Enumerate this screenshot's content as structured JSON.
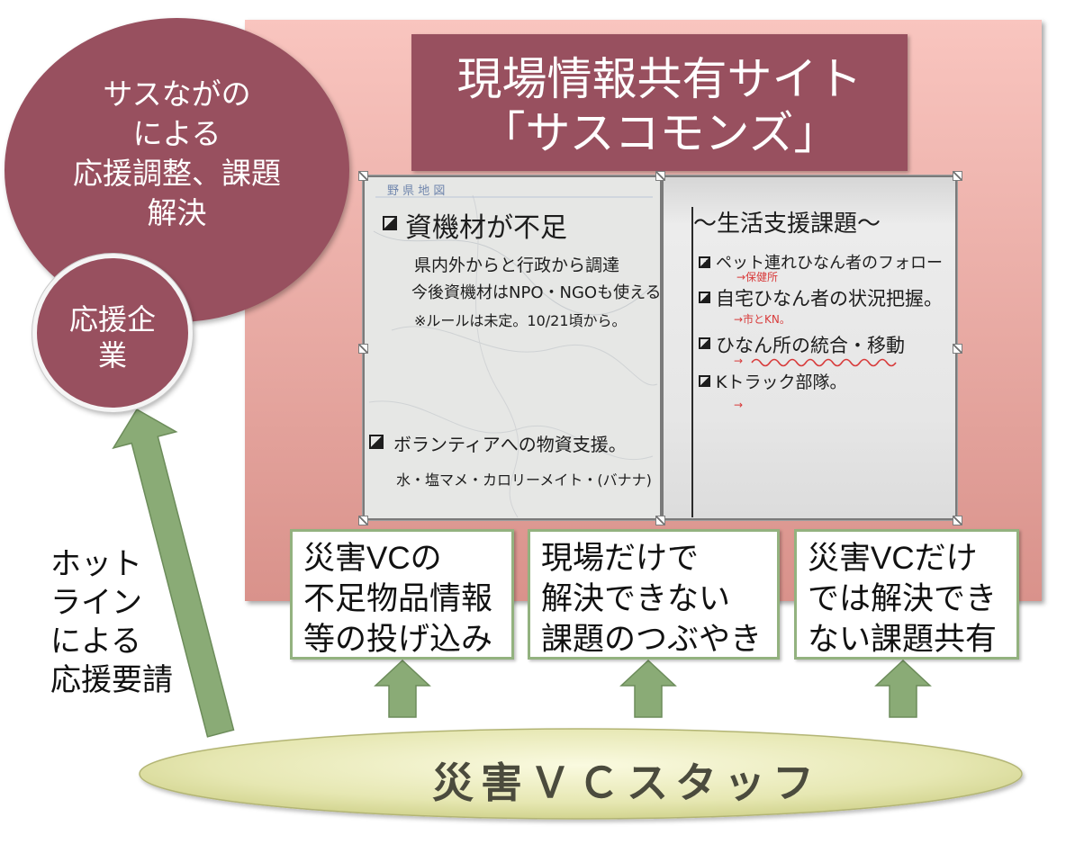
{
  "site": {
    "title": [
      "現場情報共有サイト",
      "「サスコモンズ」"
    ]
  },
  "sasu_nagano": {
    "lines": [
      "サスながの",
      "による",
      "応援調整、課題",
      "解決"
    ]
  },
  "support_company": {
    "lines": [
      "応援企",
      "業"
    ]
  },
  "hotline": {
    "lines": [
      "ホット",
      "ライン",
      "による",
      "応援要請"
    ]
  },
  "post_boxes": [
    {
      "lines": [
        "災害VCの",
        "不足物品情報",
        "等の投げ込み"
      ]
    },
    {
      "lines": [
        "現場だけで",
        "解決できない",
        "課題のつぶやき"
      ]
    },
    {
      "lines": [
        "災害VCだけ",
        "では解決でき",
        "ない課題共有"
      ]
    }
  ],
  "staff": {
    "label": "災害ＶＣスタッフ"
  },
  "photo": {
    "left_sheet": {
      "map_header": "野 県 地 図",
      "heading_1": "資機材が不足",
      "notes_1": [
        "県内外からと行政から調達",
        "今後資機材はNPO・NGOも使える",
        "※ルールは未定。10/21頃から。"
      ],
      "heading_2": "ボランティアへの物資支援。",
      "notes_2": [
        "水・塩マメ・カロリーメイト・(バナナ)"
      ]
    },
    "right_sheet": {
      "heading": "～生活支援課題～",
      "items": [
        {
          "text": "ペット連れひなん者のフォロー",
          "note": "→保健所"
        },
        {
          "text": "自宅ひなん者の状況把握。",
          "note": "→市とKN。"
        },
        {
          "text": "ひなん所の統合・移動",
          "note": "→"
        },
        {
          "text": "Kトラック部隊。",
          "note": "→"
        }
      ]
    }
  },
  "colors": {
    "maroon": "#98505f",
    "panel_top": "#f9c5bf",
    "panel_bottom": "#d9928b",
    "arrow_green": "#8aab76",
    "arrow_outline": "#6c8c5a",
    "box_border": "#93b27f",
    "staff_text": "#4b4b3d",
    "handwriting_red": "#d83a3a"
  }
}
